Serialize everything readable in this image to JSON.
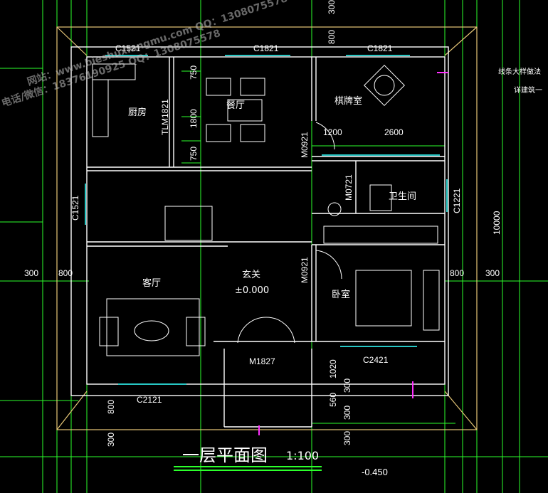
{
  "rooms": {
    "kitchen": "厨房",
    "dining": "餐厅",
    "chess": "棋牌室",
    "toilet": "卫生间",
    "living": "客厅",
    "foyer": "玄关",
    "foyer_level": "±0.000",
    "bedroom": "卧室"
  },
  "openings": {
    "c1521_top": "C1521",
    "c1821_top_a": "C1821",
    "c1821_top_b": "C1821",
    "tlm1821": "TLM1821",
    "m0921_upper": "M0921",
    "m0721": "M0721",
    "c1221": "C1221",
    "c1521_left": "C1521",
    "m0921_lower": "M0921",
    "m1827": "M1827",
    "c2421": "C2421",
    "c2121": "C2121"
  },
  "dims": {
    "d300_top": "300",
    "d800_top": "800",
    "d750_a": "750",
    "d1800": "1800",
    "d750_b": "750",
    "d1200": "1200",
    "d2600": "2600",
    "d10000": "10000",
    "left_300": "300",
    "left_800": "800",
    "right_800": "800",
    "right_300": "300",
    "d1020": "1020",
    "d300_mid": "300",
    "d560": "560",
    "d300_low": "300",
    "bottom_800": "800",
    "bottom_300_a": "300",
    "bottom_300_b": "300",
    "bottom_level": "-0.450"
  },
  "notes": {
    "note1": "线条大样做法",
    "note2": "详建筑一"
  },
  "title": {
    "main": "一层平面图",
    "scale": "1:100"
  },
  "watermarks": [
    "网站：www.bieshuxiangmu.com QQ：1308075578",
    "电话/微信：18376190925 QQ：1308075578"
  ],
  "colors": {
    "wall": "#ffffff",
    "window": "#27c7c4",
    "dimension": "#2bff2b",
    "eave": "#e8c878",
    "accent": "#ff30ff"
  }
}
